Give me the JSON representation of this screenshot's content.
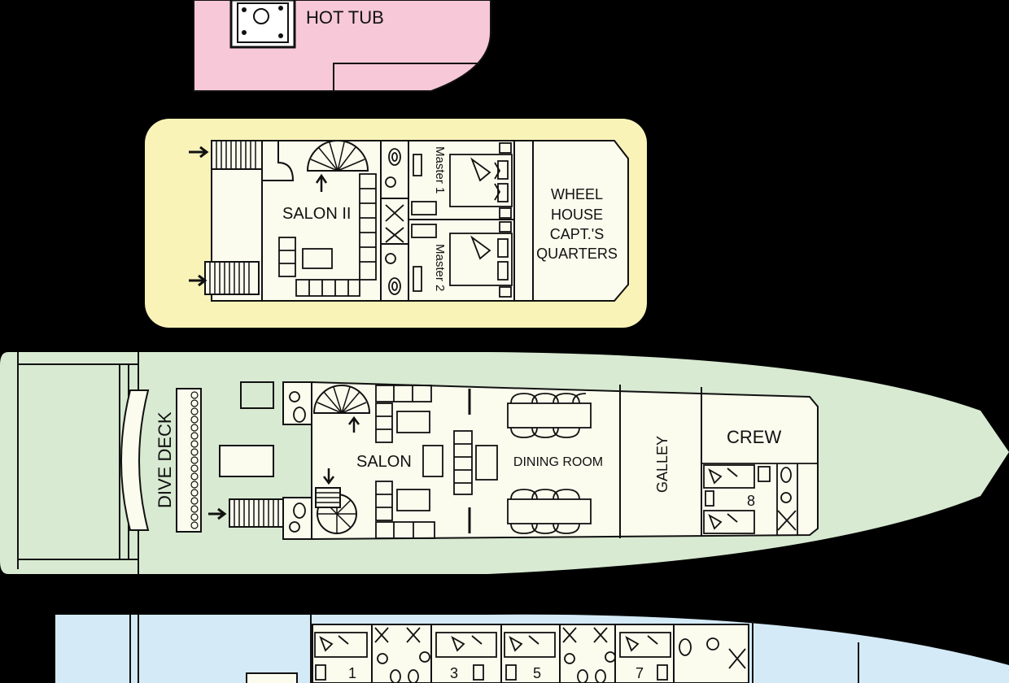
{
  "decks": {
    "sun": {
      "label": "HOT TUB",
      "color": "#f7c8d7"
    },
    "upper": {
      "salon": "SALON II",
      "master1": "Master 1",
      "master2": "Master 2",
      "wheelhouse": [
        "WHEEL",
        "HOUSE",
        "CAPT.'S",
        "QUARTERS"
      ],
      "color": "#f9f3b8"
    },
    "main": {
      "dive_deck": "DIVE DECK",
      "salon": "SALON",
      "dining": "DINING ROOM",
      "galley": "GALLEY",
      "crew": "CREW",
      "cabin": "8",
      "color": "#d8ead2"
    },
    "lower": {
      "cabins": [
        "1",
        "3",
        "5",
        "7"
      ],
      "color": "#d4eaf7"
    }
  },
  "colors": {
    "inner": "#fbfbee",
    "line": "#111111",
    "background": "#000000"
  }
}
